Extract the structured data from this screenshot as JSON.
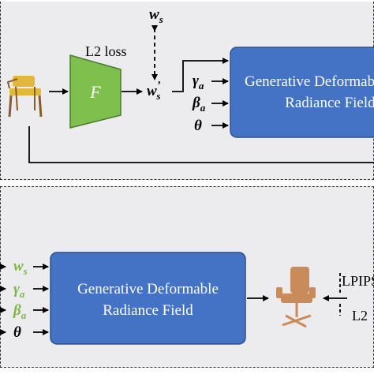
{
  "top": {
    "encoder_label": "F",
    "loss_label": "L2 loss",
    "target_code": "w",
    "target_code_sub": "s",
    "pred_code": "w",
    "pred_code_sub": "s",
    "pred_code_prime": "’",
    "inputs": [
      {
        "sym": "γ",
        "sub": "a"
      },
      {
        "sym": "β",
        "sub": "a"
      },
      {
        "sym": "θ",
        "sub": ""
      }
    ],
    "generator_line1": "Generative Deformable",
    "generator_line2": "Radiance Field"
  },
  "bottom": {
    "inputs": [
      {
        "sym": "w",
        "sub": "s",
        "color": "#7ab648"
      },
      {
        "sym": "γ",
        "sub": "a",
        "color": "#7ab648"
      },
      {
        "sym": "β",
        "sub": "a",
        "color": "#7ab648"
      },
      {
        "sym": "θ",
        "sub": "",
        "color": "#000000"
      }
    ],
    "generator_line1": "Generative Deformable",
    "generator_line2": "Radiance Field",
    "loss_label_1": "LPIPS",
    "loss_label_2": "L2"
  },
  "colors": {
    "generator_fill": "#4472c4",
    "generator_stroke": "#2f4f8f",
    "encoder_fill": "#7fbf4d",
    "encoder_stroke": "#4a7a2a",
    "panel_bg": "#ececee",
    "chair_seat": "#e0b83a",
    "chair_frame": "#8a5a2e",
    "office_chair": "#c98b5a"
  }
}
